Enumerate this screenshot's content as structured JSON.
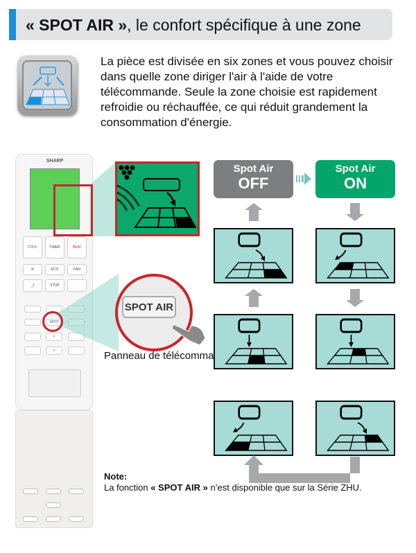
{
  "header": {
    "title_bold": "« SPOT AIR »",
    "title_rest": ", le confort spécifique à une zone",
    "accent": "#1a8fd6"
  },
  "intro": "La pièce est divisée en six zones et vous pouvez choisir dans quelle zone diriger l'air à l'aide de votre télécommande. Seule la zone choisie est rapidement refroidie ou réchauffée, ce qui réduit grandement la consommation d'énergie.",
  "remote": {
    "brand": "SHARP",
    "buttons": {
      "cool": "COOL",
      "timer": "TIMER",
      "heat": "HEAT",
      "eco": "ECO",
      "fan": "FAN",
      "stop": "STOP",
      "spot": "SPOT"
    },
    "zoom_button": "SPOT AIR"
  },
  "caption": "Panneau de télécommande ouvert",
  "note": {
    "title": "Note:",
    "line_pre": "La fonction ",
    "line_bold": "« SPOT AIR »",
    "line_post": " n’est disponible que sur la Série ZHU."
  },
  "states": {
    "off": {
      "line1": "Spot Air",
      "line2": "OFF",
      "color": "#7d7e80"
    },
    "on": {
      "line1": "Spot Air",
      "line2": "ON",
      "color": "#03a66a"
    }
  },
  "panels": [
    {
      "col": "left",
      "row": 1,
      "zone": "front-right",
      "arrow": "right"
    },
    {
      "col": "left",
      "row": 2,
      "zone": "front-center",
      "arrow": "down"
    },
    {
      "col": "left",
      "row": 3,
      "zone": "front-left",
      "arrow": "left"
    },
    {
      "col": "right",
      "row": 1,
      "zone": "back-left",
      "arrow": "left"
    },
    {
      "col": "right",
      "row": 2,
      "zone": "back-center",
      "arrow": "down"
    },
    {
      "col": "right",
      "row": 3,
      "zone": "back-right",
      "arrow": "right"
    }
  ]
}
